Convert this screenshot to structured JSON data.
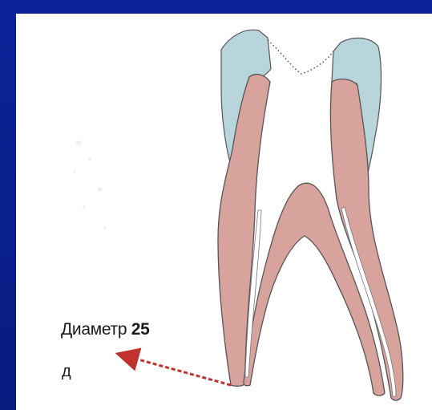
{
  "caption": {
    "label": "Диаметр",
    "value": "25"
  },
  "panel_letter": "д",
  "colors": {
    "background": "#0a1f86",
    "panel": "#ffffff",
    "enamel": "#b9d5dc",
    "dentin": "#d9a39d",
    "outline": "#555555",
    "arrow": "#c0322d"
  }
}
